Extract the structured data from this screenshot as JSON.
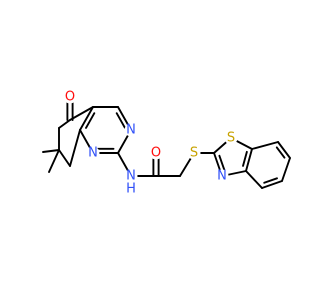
{
  "structure": {
    "colors": {
      "bond": "#000000",
      "background": "#ffffff",
      "oxygen": "#ff0d0d",
      "nitrogen": "#3050f8",
      "sulfur": "#c8a200"
    },
    "atom_labels": {
      "ketone_o": "O",
      "n_pyr_3": "N",
      "n_pyr_1": "N",
      "amide_n": "N",
      "amide_h": "H",
      "amide_o": "O",
      "thioether_s": "S",
      "thiazole_s": "S",
      "thiazole_n": "N"
    }
  }
}
